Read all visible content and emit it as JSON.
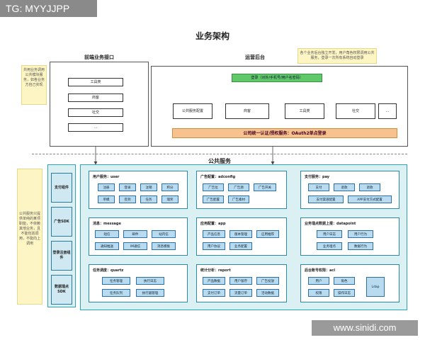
{
  "tag": "TG: MYYJJPP",
  "title": "业务架构",
  "left_section": {
    "title": "前端业务接口",
    "note": "共用业务调用公共模块服务，如各业务方自己实现",
    "items": [
      "工具类",
      "商客",
      "社交",
      "..."
    ]
  },
  "right_section": {
    "title": "运营后台",
    "note": "各个业务后台独立开发，用户角色权限调用公共服务，登录一次所有系统自动登录",
    "login_bar": "登录（对外/手机号/用户名密码）",
    "boxes": [
      "公共服务配置",
      "商客",
      "工具类",
      "社交",
      "..."
    ],
    "oauth_bar": "公司统一认证/授权服务：OAuth2单点登录"
  },
  "public": {
    "title": "公共服务",
    "note": "公共服务只提供单纯的某项职能，不依赖其他业务，且不能包括调用，不能向上调用",
    "sdks": [
      "支付组件",
      "广告SDK",
      "登录注册组件",
      "数据埋点SDK"
    ],
    "groups": [
      {
        "title": "用户服务：user",
        "chips": [
          "注册",
          "登录",
          "注销",
          "积分",
          "单模",
          "签到",
          "任务",
          "瑞奖"
        ]
      },
      {
        "title": "广告配置：adconfig",
        "chips": [
          "广告位",
          "广告源",
          "广告开关",
          "广告配置",
          "广告素材"
        ]
      },
      {
        "title": "支付服务：pay",
        "chips": [
          "支付",
          "退款",
          "退款",
          "支付渠道配置",
          "APP支付方式配置"
        ]
      },
      {
        "title": "消息：message",
        "chips": [
          "短信",
          "邮件",
          "站内信",
          "通知推送",
          "IM通信",
          "消息模板"
        ]
      },
      {
        "title": "应用配置：app",
        "chips": [
          "产品信息",
          "版本管理",
          "应用推荐",
          "用户协议",
          "业务配置"
        ]
      },
      {
        "title": "业务埋点数据上报：datapoint",
        "chips": [
          "用户日志",
          "用户行为",
          "业务埋点",
          "数据行为"
        ]
      },
      {
        "title": "任务调度：quartz",
        "chips": [
          "任务管理",
          "执行日志",
          "任务队列",
          "执行器管理"
        ]
      },
      {
        "title": "统计分析：report",
        "chips": [
          "产品数据",
          "用户留存",
          "广告投放",
          "支付订单",
          "流量订单",
          "活动数据"
        ]
      },
      {
        "title": "后台账号权限：acl",
        "chips": [
          "用户",
          "角色",
          "权限",
          "操作日志",
          "Ldap"
        ]
      }
    ]
  },
  "watermark": "www.sinidi.com"
}
